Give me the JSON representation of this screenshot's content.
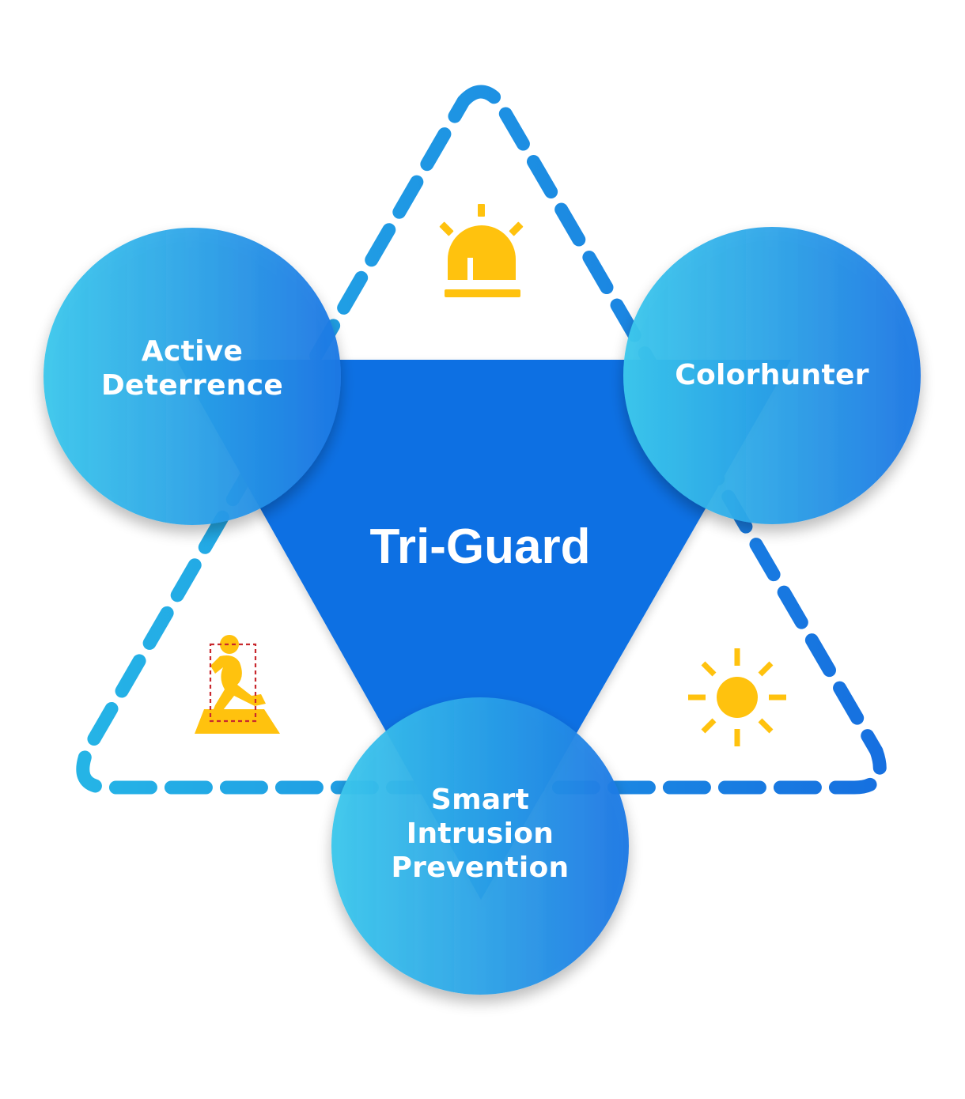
{
  "title": "Tri-Guard",
  "colors": {
    "triangle_fill": "#0A70E3",
    "circle_gradient_start": "#3CC8EC",
    "circle_gradient_end": "#1E78E4",
    "dash_left": "#25B4E6",
    "dash_right": "#1670E0",
    "icon_yellow": "#FFC20E",
    "bbox_red": "#C8282E",
    "text": "#FFFFFF"
  },
  "nodes": [
    {
      "id": "active-deterrence",
      "lines": [
        "Active",
        "Deterrence"
      ],
      "position": "top-left"
    },
    {
      "id": "colorhunter",
      "lines": [
        "Colorhunter"
      ],
      "position": "top-right"
    },
    {
      "id": "smart-intrusion-prevention",
      "lines": [
        "Smart",
        "Intrusion",
        "Prevention"
      ],
      "position": "bottom"
    }
  ],
  "icons": [
    {
      "name": "siren-alarm-icon",
      "position": "top",
      "between": [
        "Active Deterrence",
        "Colorhunter"
      ]
    },
    {
      "name": "person-detection-icon",
      "position": "bottom-left",
      "between": [
        "Active Deterrence",
        "Smart Intrusion Prevention"
      ]
    },
    {
      "name": "sun-icon",
      "position": "bottom-right",
      "between": [
        "Colorhunter",
        "Smart Intrusion Prevention"
      ]
    }
  ]
}
